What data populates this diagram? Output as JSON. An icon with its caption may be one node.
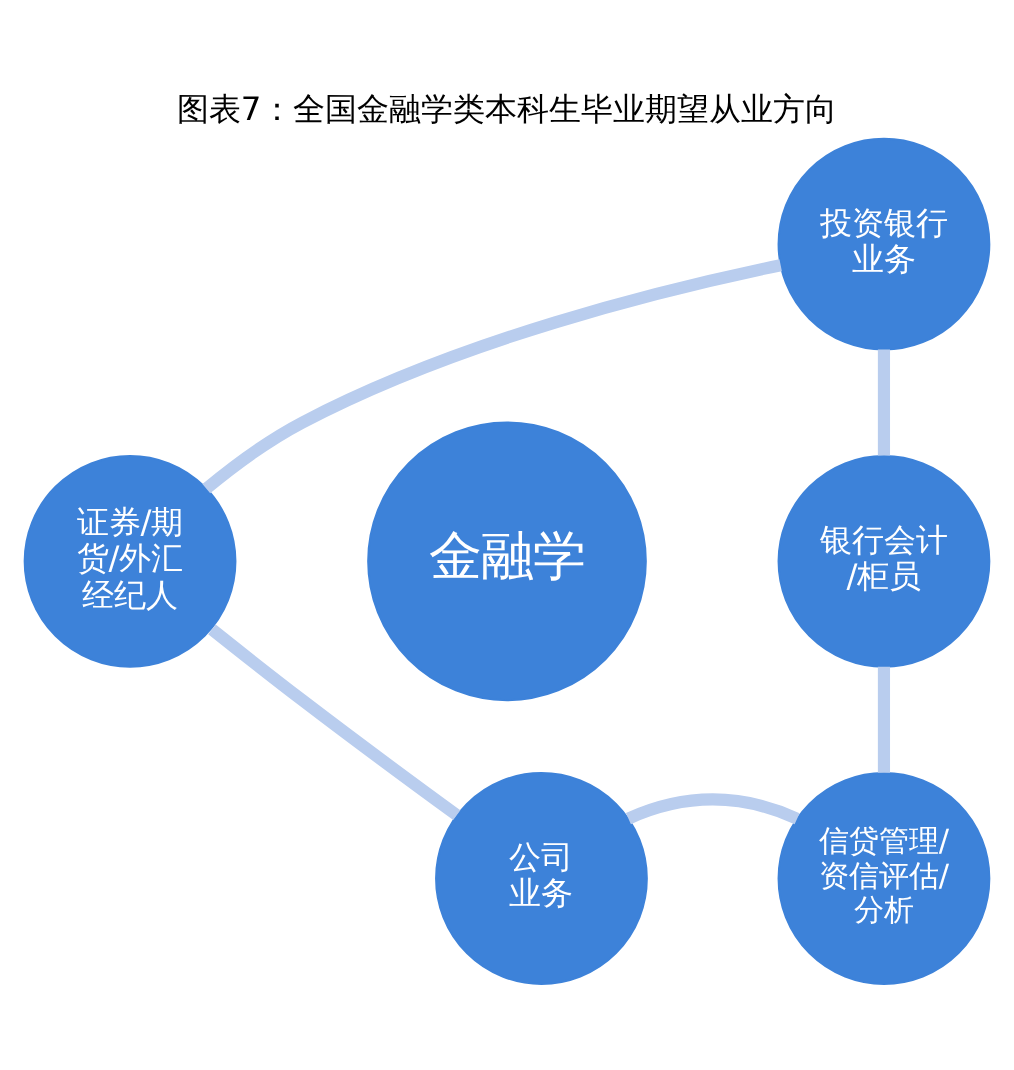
{
  "diagram": {
    "title": "图表7：全国金融学类本科生毕业期望从业方向",
    "nodes": [
      {
        "text": [
          "金融学"
        ]
      },
      {
        "text": [
          "投资银行业务"
        ]
      },
      {
        "text": [
          "银行会计/柜员"
        ]
      },
      {
        "text": [
          "信贷管理/资信评估/分析"
        ]
      },
      {
        "text": [
          "公司业务"
        ]
      },
      {
        "text": [
          "证券/期货/外汇经纪人"
        ]
      }
    ],
    "edges": [
      {
        "from": 1,
        "to": 2,
        "arrow": "none"
      },
      {
        "from": 2,
        "to": 3,
        "arrow": "none"
      },
      {
        "from": 3,
        "to": 4,
        "arrow": "none"
      },
      {
        "from": 4,
        "to": 5,
        "arrow": "none"
      },
      {
        "from": 5,
        "to": 1,
        "arrow": "none"
      }
    ]
  }
}
